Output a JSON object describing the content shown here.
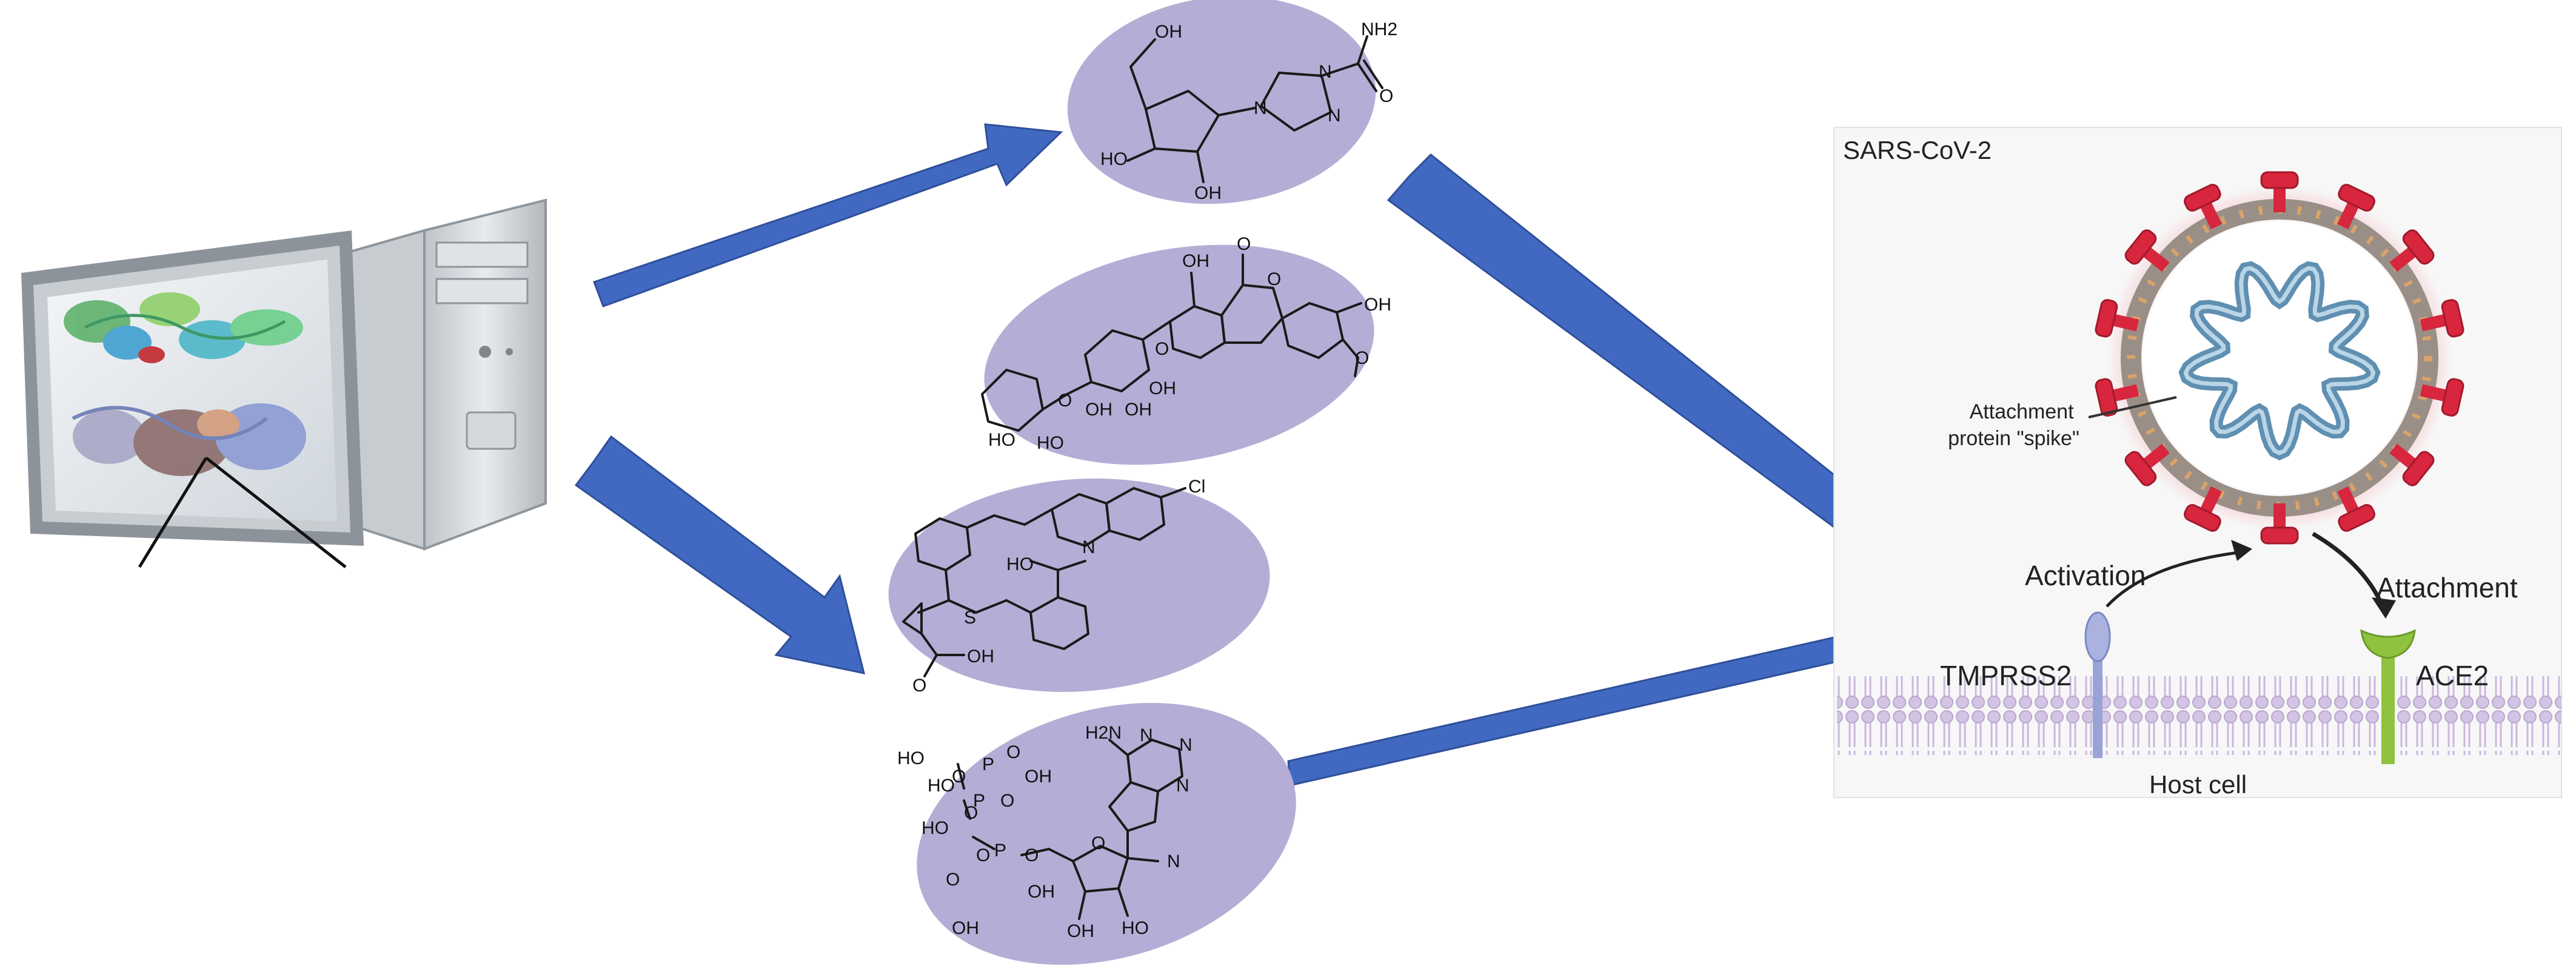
{
  "colors": {
    "arrow": "#4169c1",
    "molecule_bg": "#b4aed6",
    "virus_spike": "#d7263d",
    "membrane": "#c9b8dc",
    "tmprss2": "#9aa3d6",
    "ace2": "#8fc23f"
  },
  "icons": [
    "computer-icon",
    "virus-icon"
  ],
  "molecules": {
    "m1": {
      "labels": [
        "OH",
        "NH2",
        "HO",
        "OH",
        "N",
        "N",
        "N",
        "O"
      ]
    },
    "m2": {
      "labels": [
        "OH",
        "O",
        "O",
        "OH",
        "O",
        "O",
        "O",
        "HO",
        "HO",
        "OH",
        "OH",
        "OH"
      ]
    },
    "m3": {
      "labels": [
        "Cl",
        "N",
        "HO",
        "S",
        "OH",
        "O"
      ]
    },
    "m4": {
      "labels": [
        "H2N",
        "N",
        "N",
        "N",
        "O",
        "OH",
        "HO",
        "HO",
        "HO",
        "OH",
        "O",
        "O",
        "O",
        "O",
        "P",
        "P",
        "P",
        "O",
        "O",
        "O",
        "OH",
        "HO",
        "OH",
        "N"
      ]
    }
  },
  "virus_panel": {
    "title": "SARS-CoV-2",
    "spike_label": "Attachment\nprotein \"spike\"",
    "activation": "Activation",
    "attachment": "Attachment",
    "tmprss2": "TMPRSS2",
    "ace2": "ACE2",
    "host_cell": "Host cell"
  }
}
